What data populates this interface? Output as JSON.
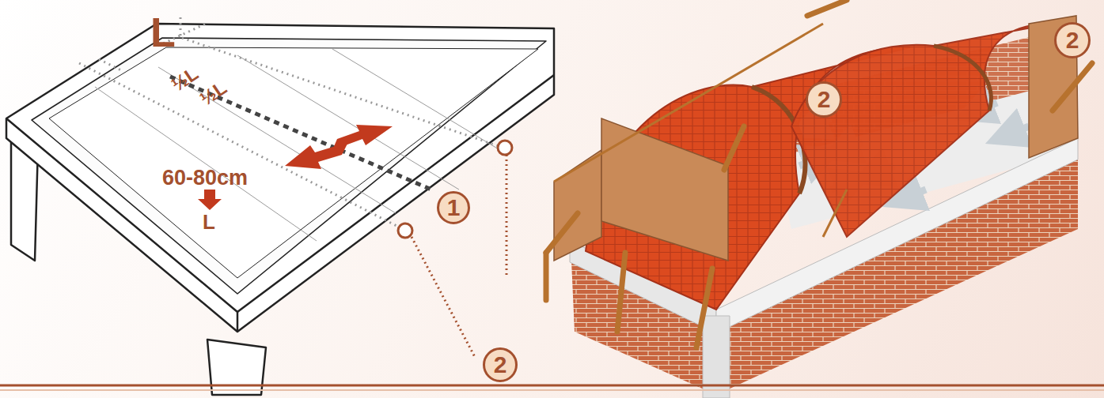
{
  "diagram": {
    "nodes": [
      {
        "text": [
          "1"
        ]
      },
      {
        "text": [
          "2"
        ]
      },
      {
        "text": [
          "2"
        ]
      },
      {
        "text": [
          "2"
        ]
      }
    ],
    "labels": [
      "L",
      "½L",
      "½L",
      "60-80cm",
      "L"
    ]
  }
}
